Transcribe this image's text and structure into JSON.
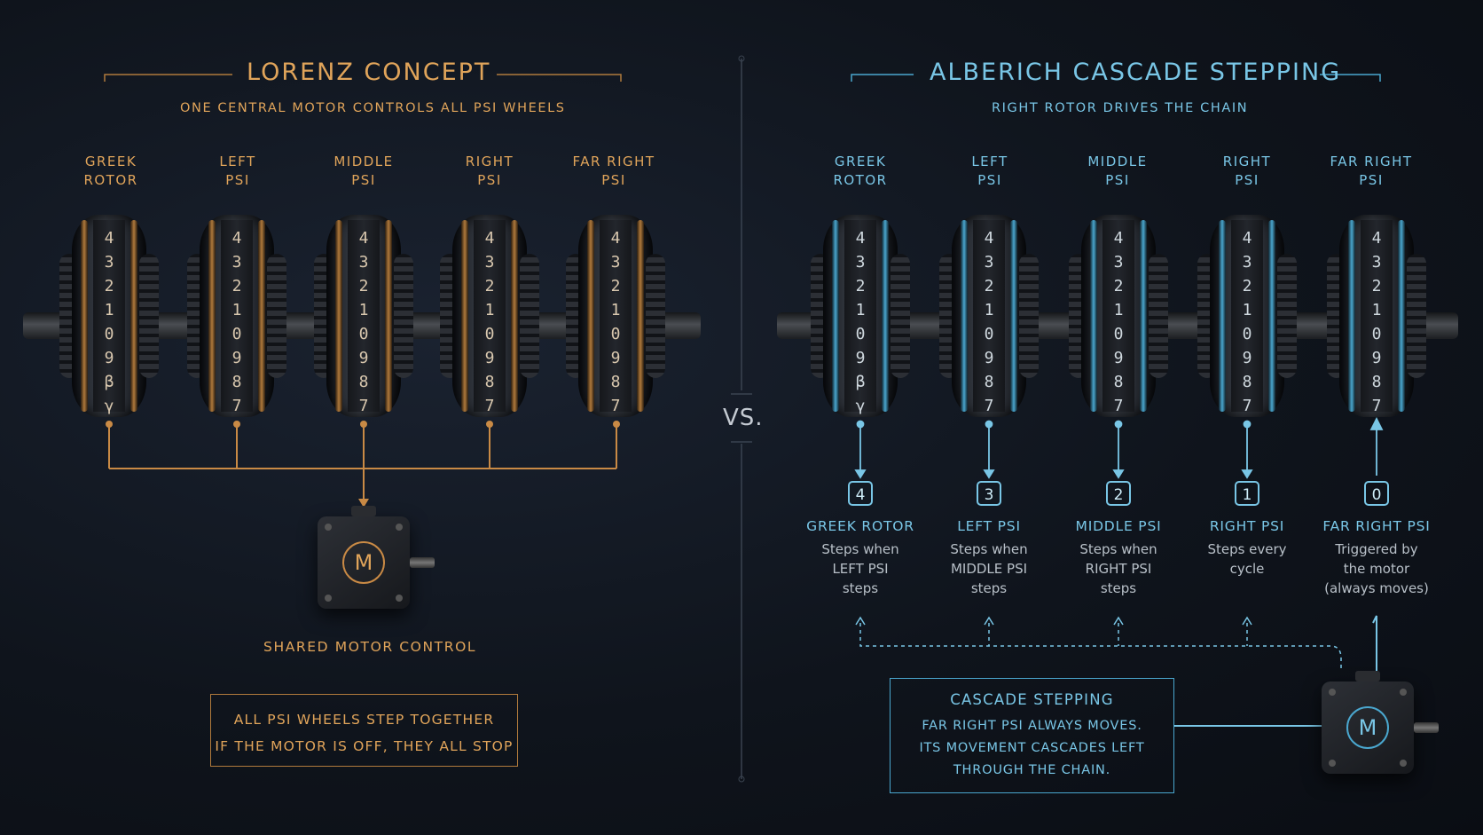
{
  "left": {
    "title": "LORENZ CONCEPT",
    "subtitle": "ONE CENTRAL MOTOR CONTROLS ALL PSI WHEELS",
    "wheels": [
      {
        "label1": "GREEK",
        "label2": "ROTOR",
        "digits": [
          "4",
          "3",
          "2",
          "1",
          "0",
          "9",
          "β",
          "γ"
        ]
      },
      {
        "label1": "LEFT",
        "label2": "PSI",
        "digits": [
          "4",
          "3",
          "2",
          "1",
          "0",
          "9",
          "8",
          "7"
        ]
      },
      {
        "label1": "MIDDLE",
        "label2": "PSI",
        "digits": [
          "4",
          "3",
          "2",
          "1",
          "0",
          "9",
          "8",
          "7"
        ]
      },
      {
        "label1": "RIGHT",
        "label2": "PSI",
        "digits": [
          "4",
          "3",
          "2",
          "1",
          "0",
          "9",
          "8",
          "7"
        ]
      },
      {
        "label1": "FAR RIGHT",
        "label2": "PSI",
        "digits": [
          "4",
          "3",
          "2",
          "1",
          "0",
          "9",
          "8",
          "7"
        ]
      }
    ],
    "motor_letter": "M",
    "motor_label": "SHARED MOTOR CONTROL",
    "note_line1": "ALL PSI WHEELS STEP TOGETHER",
    "note_line2": "IF THE MOTOR IS OFF, THEY ALL STOP",
    "accent": "#e0a45a"
  },
  "vs": "VS.",
  "right": {
    "title": "ALBERICH CASCADE STEPPING",
    "subtitle": "RIGHT ROTOR DRIVES THE CHAIN",
    "wheels": [
      {
        "label1": "GREEK",
        "label2": "ROTOR",
        "digits": [
          "4",
          "3",
          "2",
          "1",
          "0",
          "9",
          "β",
          "γ"
        ]
      },
      {
        "label1": "LEFT",
        "label2": "PSI",
        "digits": [
          "4",
          "3",
          "2",
          "1",
          "0",
          "9",
          "8",
          "7"
        ]
      },
      {
        "label1": "MIDDLE",
        "label2": "PSI",
        "digits": [
          "4",
          "3",
          "2",
          "1",
          "0",
          "9",
          "8",
          "7"
        ]
      },
      {
        "label1": "RIGHT",
        "label2": "PSI",
        "digits": [
          "4",
          "3",
          "2",
          "1",
          "0",
          "9",
          "8",
          "7"
        ]
      },
      {
        "label1": "FAR RIGHT",
        "label2": "PSI",
        "digits": [
          "4",
          "3",
          "2",
          "1",
          "0",
          "9",
          "8",
          "7"
        ]
      }
    ],
    "steps": [
      {
        "num": "4",
        "name": "GREEK ROTOR",
        "d1": "Steps when",
        "d2": "LEFT PSI",
        "d3": "steps"
      },
      {
        "num": "3",
        "name": "LEFT PSI",
        "d1": "Steps when",
        "d2": "MIDDLE PSI",
        "d3": "steps"
      },
      {
        "num": "2",
        "name": "MIDDLE PSI",
        "d1": "Steps when",
        "d2": "RIGHT PSI",
        "d3": "steps"
      },
      {
        "num": "1",
        "name": "RIGHT PSI",
        "d1": "Steps every",
        "d2": "cycle",
        "d3": ""
      },
      {
        "num": "0",
        "name": "FAR RIGHT PSI",
        "d1": "Triggered by",
        "d2": "the motor",
        "d3": "(always moves)"
      }
    ],
    "box_title": "CASCADE STEPPING",
    "box_line1": "FAR RIGHT PSI ALWAYS MOVES.",
    "box_line2": "ITS MOVEMENT CASCADES LEFT",
    "box_line3": "THROUGH THE CHAIN.",
    "motor_letter": "M",
    "accent": "#79c6e6"
  }
}
